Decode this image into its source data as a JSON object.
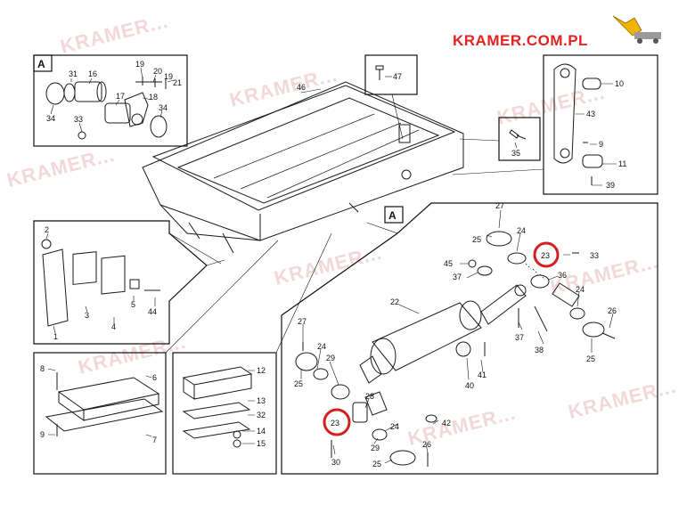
{
  "brand": {
    "text": "KRAMER.COM.PL",
    "accent_color": "#e32222",
    "text_color": "#2f2f2f"
  },
  "watermark": {
    "text": "KRAMER..."
  },
  "panels": {
    "a_tag": "A",
    "main_tag": "A"
  },
  "labels": {
    "l46": "46",
    "l47": "47",
    "l35": "35",
    "l31": "31",
    "l16": "16",
    "l17": "17",
    "l19a": "19",
    "l20": "20",
    "l19b": "19",
    "l21": "21",
    "l18": "18",
    "l34a": "34",
    "l33a": "33",
    "l34b": "34",
    "l10": "10",
    "l43": "43",
    "l9": "9",
    "l11": "11",
    "l39": "39",
    "l2": "2",
    "l3": "3",
    "l4": "4",
    "l5": "5",
    "l44": "44",
    "l1": "1",
    "l8": "8",
    "l6": "6",
    "l9b": "9",
    "l7": "7",
    "l12": "12",
    "l13": "13",
    "l32": "32",
    "l14": "14",
    "l15": "15",
    "l27a": "27",
    "l24a": "24",
    "l25a": "25",
    "l23a": "23",
    "l33b": "33",
    "l45": "45",
    "l37a": "37",
    "l36": "36",
    "l24b": "24",
    "l26a": "26",
    "l22": "22",
    "l38": "38",
    "l25b": "25",
    "l37b": "37",
    "l27b": "27",
    "l24c": "24",
    "l29a": "29",
    "l25c": "25",
    "l40": "40",
    "l41": "41",
    "l28": "28",
    "l23b": "23",
    "l42": "42",
    "l24d": "24",
    "l29b": "29",
    "l26b": "26",
    "l30": "30",
    "l25d": "25"
  },
  "highlight": {
    "color": "#d41f1f",
    "parts": [
      "23",
      "23"
    ]
  }
}
